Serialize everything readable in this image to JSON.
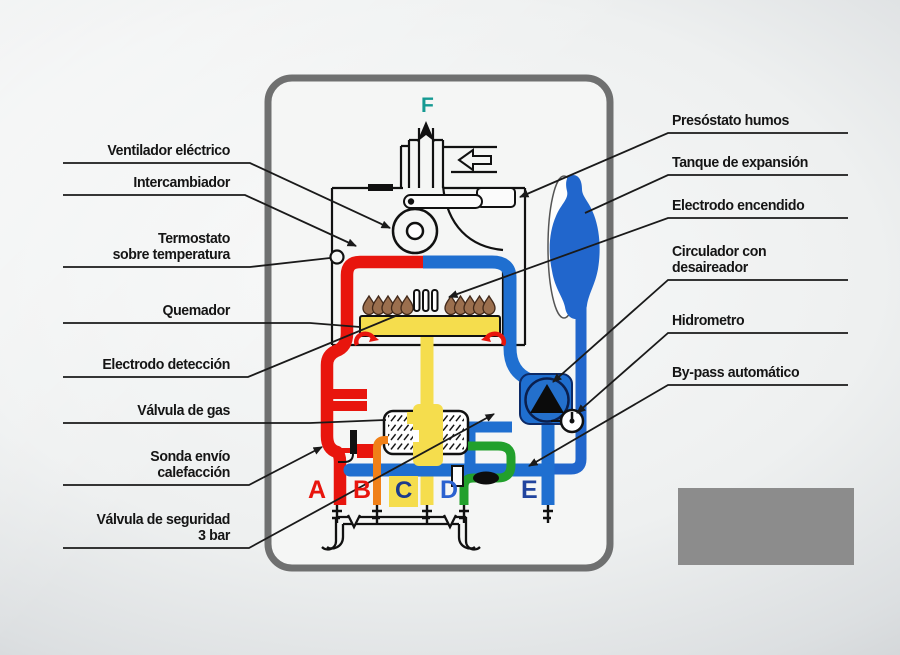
{
  "diagram": {
    "left_labels": [
      {
        "text": "Ventilador eléctrico"
      },
      {
        "text": "Intercambiador"
      },
      {
        "text": "Termostato\nsobre temperatura"
      },
      {
        "text": "Quemador"
      },
      {
        "text": "Electrodo detección"
      },
      {
        "text": "Válvula de gas"
      },
      {
        "text": "Sonda envío\ncalefacción"
      },
      {
        "text": "Válvula de seguridad\n3 bar"
      }
    ],
    "right_labels": [
      {
        "text": "Presóstato humos"
      },
      {
        "text": "Tanque de expansión"
      },
      {
        "text": "Electrodo encendido"
      },
      {
        "text": "Circulador con\ndesaireador"
      },
      {
        "text": "Hidrometro"
      },
      {
        "text": "By-pass automático"
      }
    ],
    "letters": {
      "f": "F",
      "a": "A",
      "b": "B",
      "c": "C",
      "d": "D",
      "e": "E"
    },
    "colors": {
      "flow_red": "#e8150d",
      "return_blue": "#1f6fd0",
      "gas_yellow": "#f5dd4d",
      "dhw_orange": "#f08018",
      "cold_water_green": "#22a02c",
      "expansion_tank_blue": "#2166cc",
      "letter_f_teal": "#159a92",
      "casing_border_gray": "#6f7070",
      "watermark_gray": "#8c8c8c"
    }
  }
}
